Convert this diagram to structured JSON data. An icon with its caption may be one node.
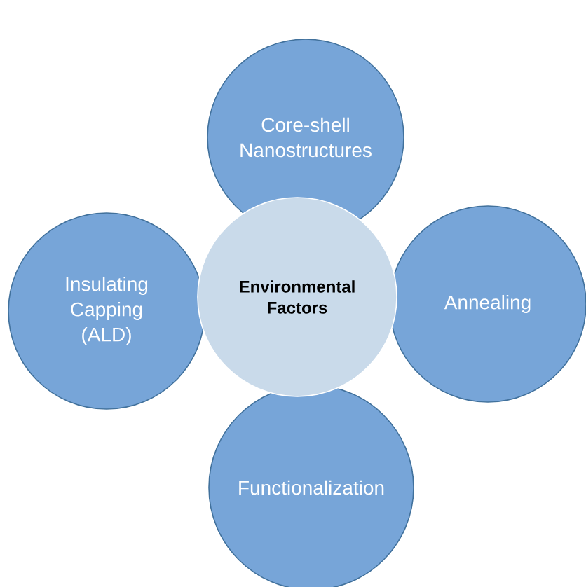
{
  "diagram": {
    "nodes": [
      {
        "text": [
          "Environmental Factors"
        ]
      },
      {
        "text": [
          "Core-shell Nanostructures"
        ]
      },
      {
        "text": [
          "Insulating Capping (ALD)"
        ]
      },
      {
        "text": [
          "Annealing"
        ]
      },
      {
        "text": [
          "Functionalization"
        ]
      }
    ]
  }
}
